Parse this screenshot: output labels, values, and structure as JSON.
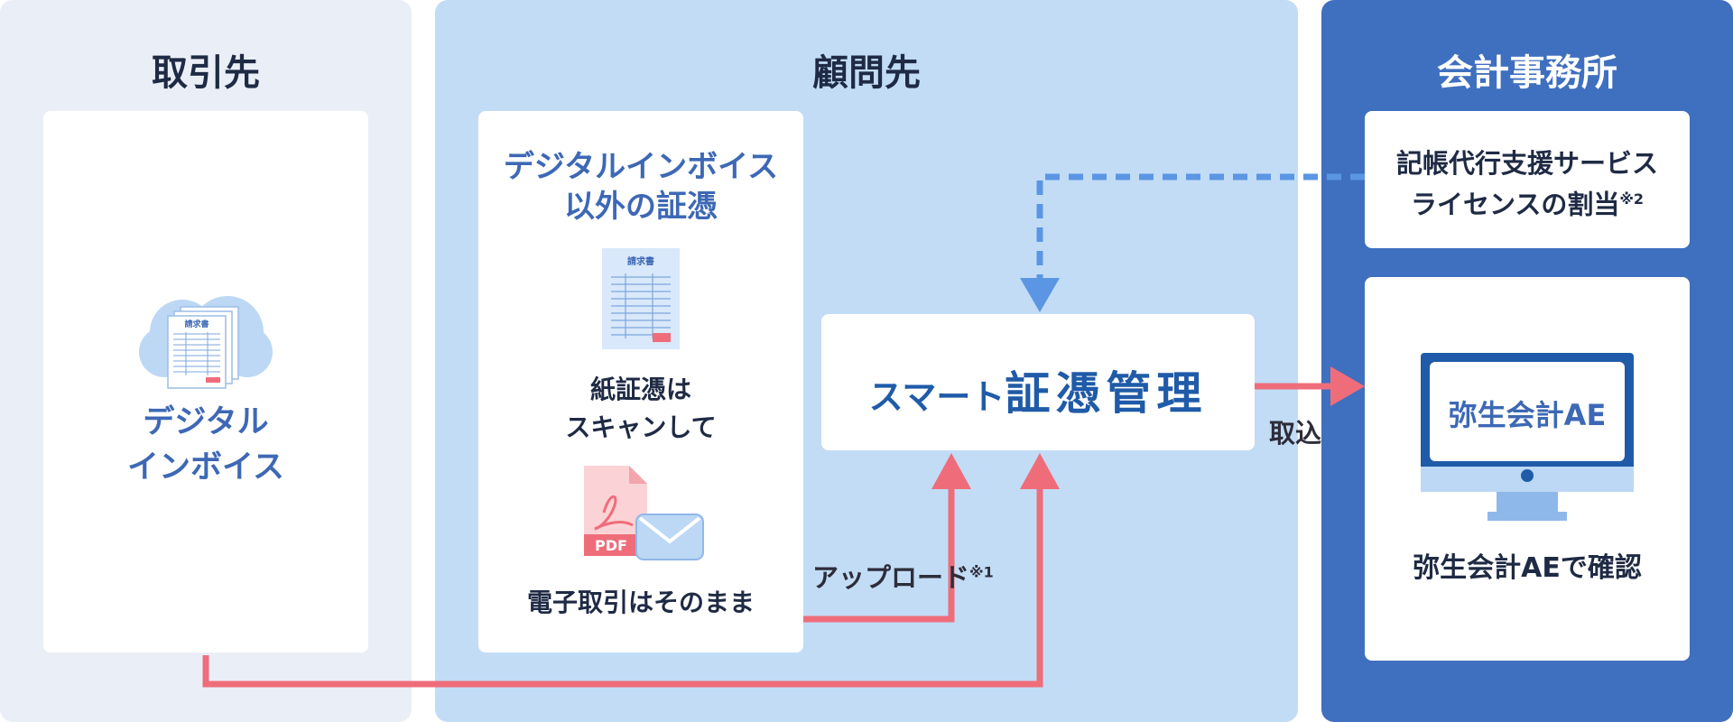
{
  "panels": {
    "client": {
      "title": "取引先"
    },
    "advisor": {
      "title": "顧問先"
    },
    "accounting_firm": {
      "title": "会計事務所"
    }
  },
  "client_card": {
    "label_line1": "デジタル",
    "label_line2": "インボイス",
    "icon_doc_text": "請求書"
  },
  "advisor_card": {
    "title_line1": "デジタルインボイス",
    "title_line2": "以外の証憑",
    "icon_doc_text": "請求書",
    "paper_line1": "紙証憑は",
    "paper_line2": "スキャンして",
    "pdf_label": "PDF",
    "electronic_text": "電子取引はそのまま"
  },
  "smart_card": {
    "title_small": "スマート",
    "title_large": "証憑管理"
  },
  "labels": {
    "upload": "アップロード",
    "upload_note": "※1",
    "import": "取込"
  },
  "service_card": {
    "line1": "記帳代行支援サービス",
    "line2": "ライセンスの割当",
    "note": "※2"
  },
  "ae_card": {
    "screen_text": "弥生会計AE",
    "caption": "弥生会計AEで確認"
  },
  "colors": {
    "arrow_red": "#ef6d7a",
    "arrow_blue_dashed": "#5b96e4",
    "accent_blue": "#3d68b5",
    "panel_dark": "#3f6fbf"
  }
}
